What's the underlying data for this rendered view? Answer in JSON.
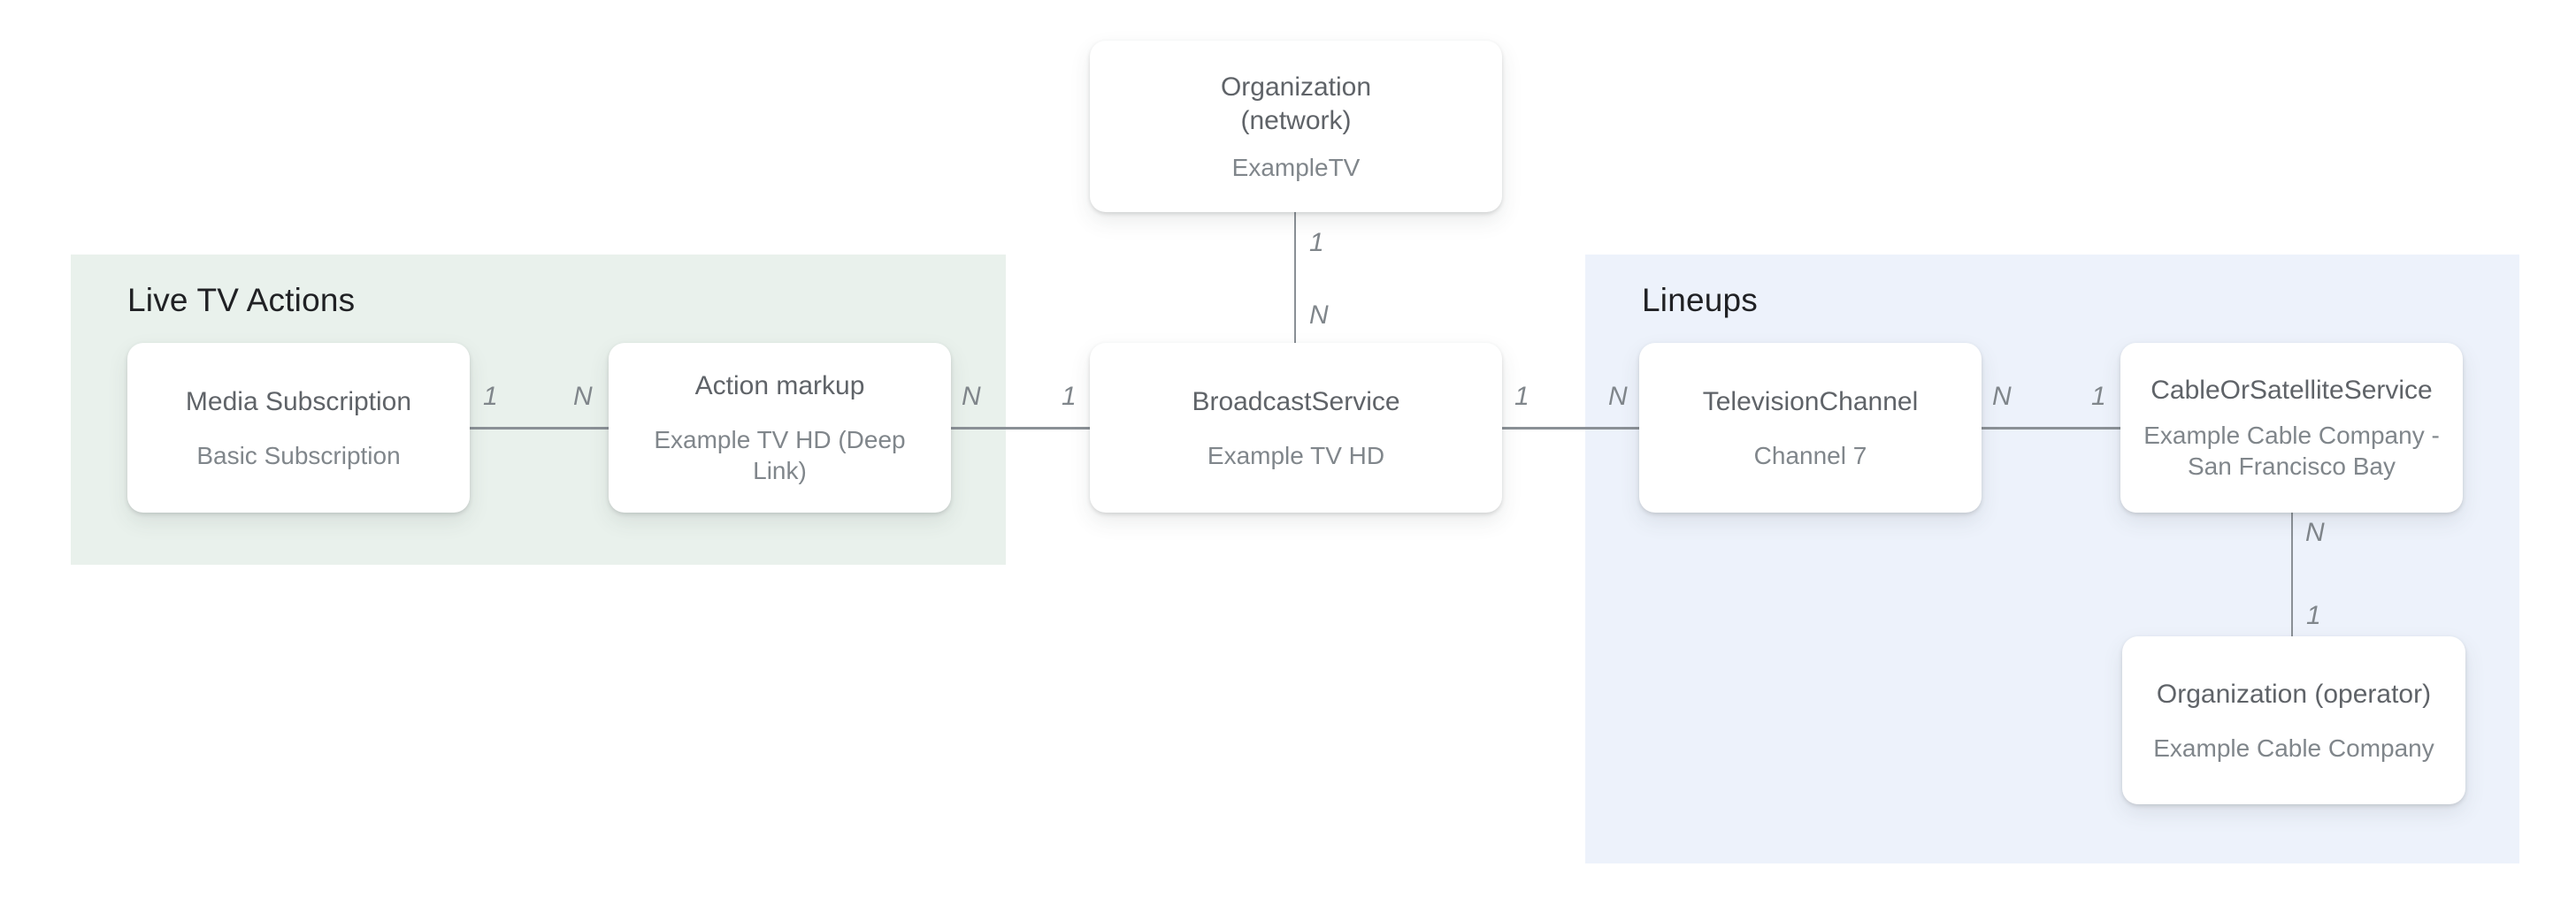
{
  "diagram": {
    "description_title": "TV schema entity relationship diagram"
  },
  "panels": {
    "live_tv_actions": {
      "title": "Live TV Actions",
      "background": "#e9f1ec"
    },
    "lineups": {
      "title": "Lineups",
      "background": "#edf2fb"
    }
  },
  "nodes": {
    "org_network": {
      "title": "Organization\n(network)",
      "subtitle": "ExampleTV"
    },
    "media_subscription": {
      "title": "Media Subscription",
      "subtitle": "Basic Subscription"
    },
    "action_markup": {
      "title": "Action markup",
      "subtitle": "Example TV HD (Deep Link)"
    },
    "broadcast_service": {
      "title": "BroadcastService",
      "subtitle": "Example TV HD"
    },
    "television_channel": {
      "title": "TelevisionChannel",
      "subtitle": "Channel 7"
    },
    "cable_or_satellite_service": {
      "title": "CableOrSatelliteService",
      "subtitle": "Example Cable Company -\nSan Francisco Bay"
    },
    "org_operator": {
      "title": "Organization (operator)",
      "subtitle": "Example Cable Company"
    }
  },
  "connectors": {
    "network_to_broadcast": {
      "from_label": "1",
      "to_label": "N"
    },
    "media_to_action": {
      "from_label": "1",
      "to_label": "N"
    },
    "action_to_broadcast": {
      "from_label": "N",
      "to_label": "1"
    },
    "broadcast_to_channel": {
      "from_label": "1",
      "to_label": "N"
    },
    "channel_to_cable": {
      "from_label": "N",
      "to_label": "1"
    },
    "cable_to_operator": {
      "from_label": "N",
      "to_label": "1"
    }
  },
  "colors": {
    "background": "#ffffff",
    "green_panel": "#e9f1ec",
    "blue_panel": "#edf2fb",
    "panel_title_text": "#202124",
    "node_title_text": "#5f6368",
    "node_subtitle_text": "#80868b",
    "connector_line": "#8a9096",
    "cardinality_text": "#80868b"
  }
}
